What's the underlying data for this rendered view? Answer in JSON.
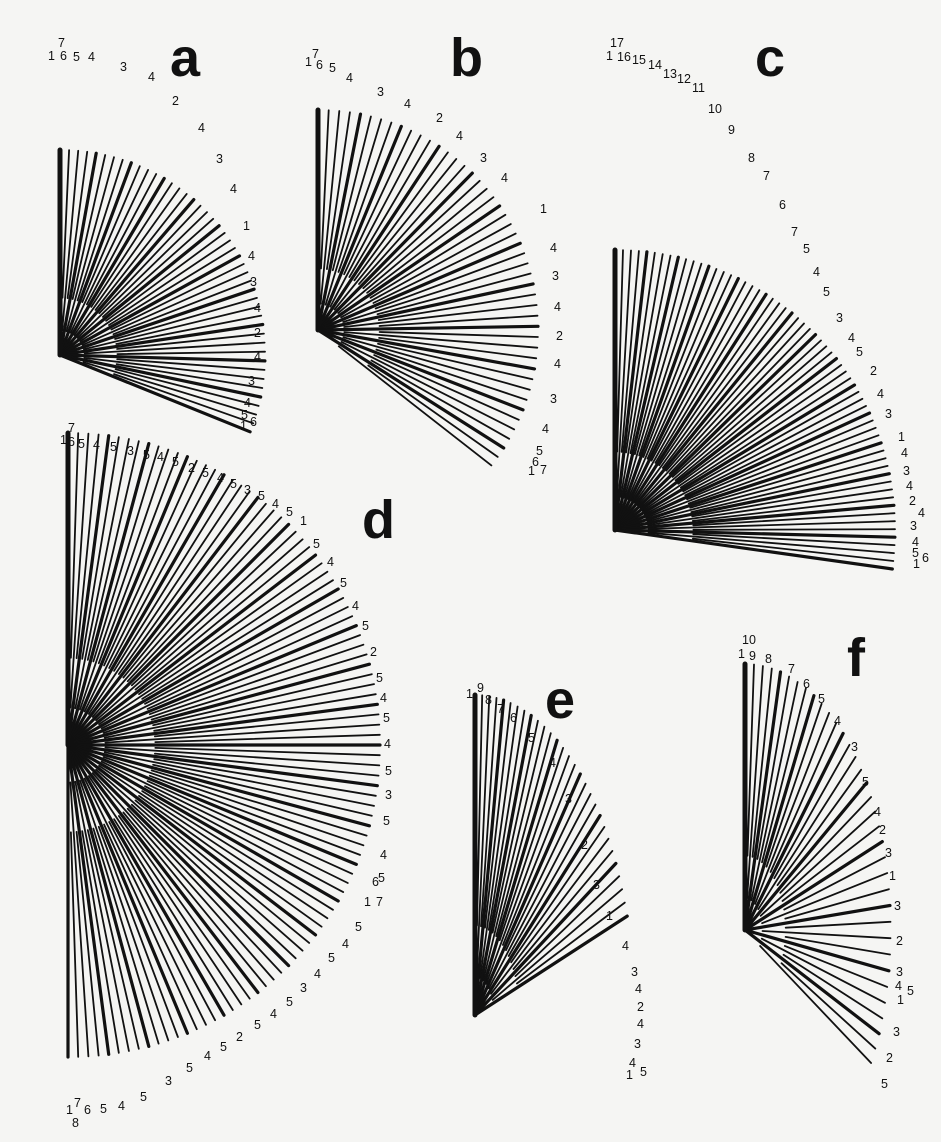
{
  "panels": [
    {
      "id": "a",
      "label": "a",
      "numbers": [
        "7",
        "1",
        "6",
        "5",
        "4",
        "3",
        "4",
        "2",
        "4",
        "3",
        "4",
        "1",
        "4",
        "3",
        "4",
        "2",
        "4",
        "3",
        "4",
        "5",
        "1",
        "6"
      ]
    },
    {
      "id": "b",
      "label": "b",
      "numbers": [
        "1",
        "7",
        "6",
        "5",
        "4",
        "3",
        "4",
        "2",
        "4",
        "3",
        "4",
        "1",
        "4",
        "3",
        "4",
        "2",
        "4",
        "3",
        "4",
        "5",
        "6",
        "1",
        "7"
      ]
    },
    {
      "id": "c",
      "label": "c",
      "numbers": [
        "17",
        "1",
        "16",
        "15",
        "14",
        "13",
        "12",
        "11",
        "10",
        "9",
        "8",
        "7",
        "6",
        "7",
        "5",
        "4",
        "5",
        "3",
        "4",
        "5",
        "2",
        "4",
        "3",
        "1",
        "4",
        "3",
        "4",
        "2",
        "4",
        "3",
        "4",
        "5",
        "6",
        "1"
      ]
    },
    {
      "id": "d",
      "label": "d",
      "numbers": [
        "7",
        "1",
        "6",
        "5",
        "4",
        "5",
        "3",
        "5",
        "4",
        "5",
        "2",
        "5",
        "4",
        "5",
        "3",
        "5",
        "4",
        "5",
        "1",
        "5",
        "4",
        "5",
        "4",
        "5",
        "2",
        "5",
        "4",
        "5",
        "4",
        "5",
        "3",
        "5",
        "4",
        "6",
        "5",
        "1",
        "7",
        "5",
        "4",
        "5",
        "4",
        "3",
        "5",
        "4",
        "5",
        "2",
        "5",
        "4",
        "5",
        "3",
        "5",
        "4",
        "5",
        "6",
        "7",
        "1",
        "8"
      ]
    },
    {
      "id": "e",
      "label": "e",
      "numbers": [
        "1",
        "9",
        "8",
        "7",
        "6",
        "5",
        "4",
        "3",
        "2",
        "3",
        "1",
        "4",
        "3",
        "4",
        "2",
        "4",
        "3",
        "4",
        "1",
        "5"
      ]
    },
    {
      "id": "f",
      "label": "f",
      "numbers": [
        "10",
        "1",
        "9",
        "8",
        "7",
        "6",
        "5",
        "4",
        "3",
        "5",
        "4",
        "2",
        "3",
        "1",
        "3",
        "2",
        "3",
        "4",
        "5",
        "1",
        "3",
        "2",
        "5"
      ]
    }
  ],
  "colors": {
    "ink": "#111111",
    "background": "#f5f5f3"
  }
}
